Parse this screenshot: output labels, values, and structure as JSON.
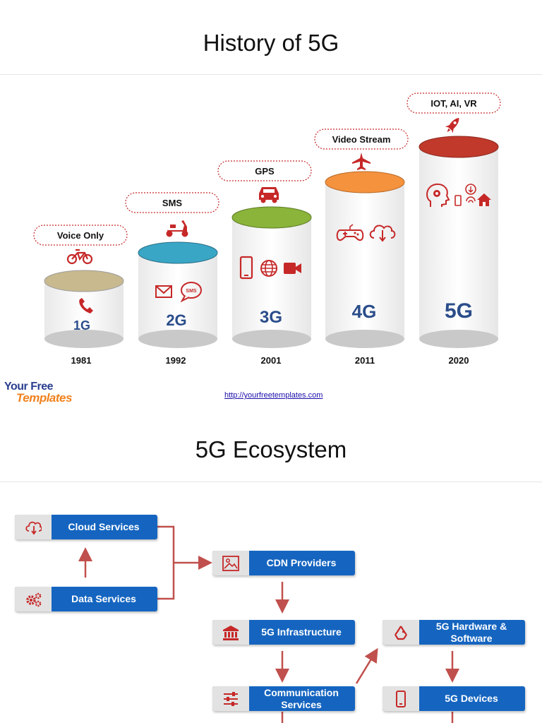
{
  "slide1": {
    "title": "History of 5G",
    "generations": [
      {
        "label": "1G",
        "year": "1981",
        "callout": "Voice Only",
        "cap_color": "#c8b98e",
        "icon": "bicycle-icon",
        "body_icons": [
          "phone-icon"
        ]
      },
      {
        "label": "2G",
        "year": "1992",
        "callout": "SMS",
        "cap_color": "#3aa6c6",
        "icon": "scooter-icon",
        "body_icons": [
          "mail-icon",
          "sms-bubble-icon"
        ],
        "sms_icon_text": "SMS"
      },
      {
        "label": "3G",
        "year": "2001",
        "callout": "GPS",
        "cap_color": "#8ab43a",
        "icon": "car-icon",
        "body_icons": [
          "smartphone-icon",
          "globe-icon",
          "video-camera-icon"
        ]
      },
      {
        "label": "4G",
        "year": "2011",
        "callout": "Video Stream",
        "cap_color": "#f5923e",
        "icon": "airplane-icon",
        "body_icons": [
          "gamepad-icon",
          "cloud-download-icon"
        ]
      },
      {
        "label": "5G",
        "year": "2020",
        "callout": "IOT, AI, VR",
        "cap_color": "#c0392b",
        "icon": "rocket-icon",
        "body_icons": [
          "ai-head-icon",
          "connected-home-icon"
        ]
      }
    ],
    "logo": {
      "line1": "Your Free",
      "line2": "Templates"
    },
    "link": "http://yourfreetemplates.com"
  },
  "slide2": {
    "title": "5G Ecosystem",
    "nodes": [
      {
        "id": "cloud",
        "label": "Cloud Services",
        "icon": "cloud-download-icon"
      },
      {
        "id": "data",
        "label": "Data Services",
        "icon": "gears-icon"
      },
      {
        "id": "cdn",
        "label": "CDN Providers",
        "icon": "image-icon"
      },
      {
        "id": "infra",
        "label": "5G Infrastructure",
        "icon": "bank-icon"
      },
      {
        "id": "hw",
        "label": "5G Hardware & Software",
        "icon": "recycle-icon"
      },
      {
        "id": "comm",
        "label": "Communication Services",
        "icon": "sliders-icon"
      },
      {
        "id": "devices",
        "label": "5G Devices",
        "icon": "smartphone-icon"
      }
    ],
    "edges": [
      {
        "from": "data",
        "to": "cloud"
      },
      {
        "from": "cloud",
        "to": "cdn"
      },
      {
        "from": "data",
        "to": "cdn"
      },
      {
        "from": "cdn",
        "to": "infra"
      },
      {
        "from": "infra",
        "to": "comm"
      },
      {
        "from": "comm",
        "to": "hw"
      },
      {
        "from": "hw",
        "to": "devices"
      }
    ],
    "colors": {
      "node": "#1565c0",
      "icon": "#c62828",
      "arrow": "#c0504d"
    }
  }
}
